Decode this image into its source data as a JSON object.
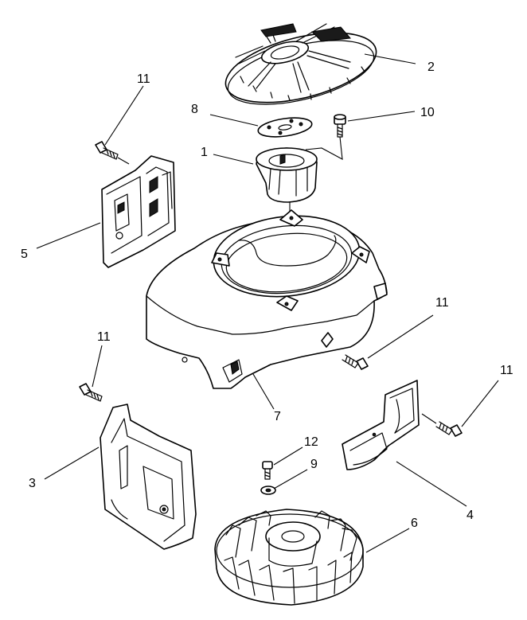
{
  "diagram": {
    "callouts": [
      {
        "id": "c2",
        "number": "2"
      },
      {
        "id": "c10",
        "number": "10"
      },
      {
        "id": "c8",
        "number": "8"
      },
      {
        "id": "c1",
        "number": "1"
      },
      {
        "id": "c11a",
        "number": "11"
      },
      {
        "id": "c5",
        "number": "5"
      },
      {
        "id": "c11b",
        "number": "11"
      },
      {
        "id": "c11c",
        "number": "11"
      },
      {
        "id": "c11d",
        "number": "11"
      },
      {
        "id": "c7",
        "number": "7"
      },
      {
        "id": "c3",
        "number": "3"
      },
      {
        "id": "c12",
        "number": "12"
      },
      {
        "id": "c9",
        "number": "9"
      },
      {
        "id": "c6",
        "number": "6"
      },
      {
        "id": "c4",
        "number": "4"
      }
    ]
  }
}
